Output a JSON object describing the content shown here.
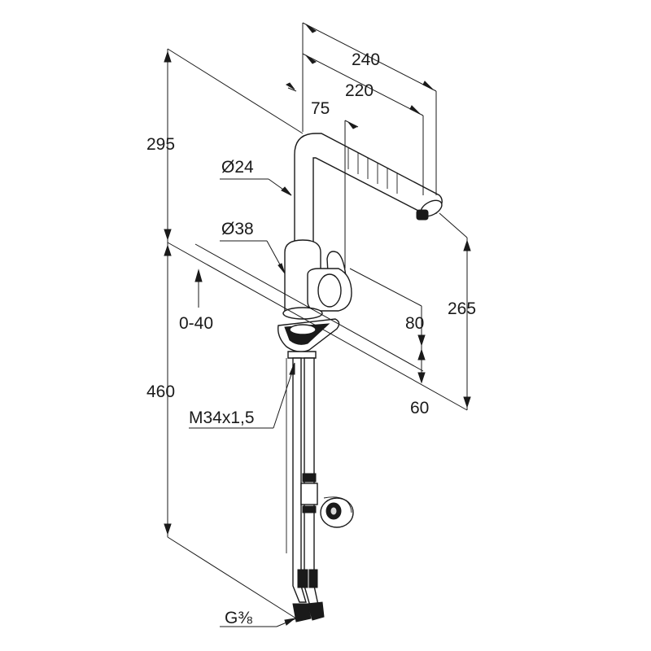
{
  "dimensions": {
    "total_reach": "240",
    "spout_reach": "220",
    "handle_offset": "75",
    "diameter_spout": "Ø24",
    "diameter_body": "Ø38",
    "height_above_deck": "295",
    "spout_height": "265",
    "deck_thickness": "0-40",
    "handle_height": "80",
    "base_width": "60",
    "hose_length": "460",
    "mount_thread": "M34x1,5",
    "connection_thread": "G⅜"
  },
  "colors": {
    "line": "#1a1a1a",
    "background": "#ffffff"
  }
}
